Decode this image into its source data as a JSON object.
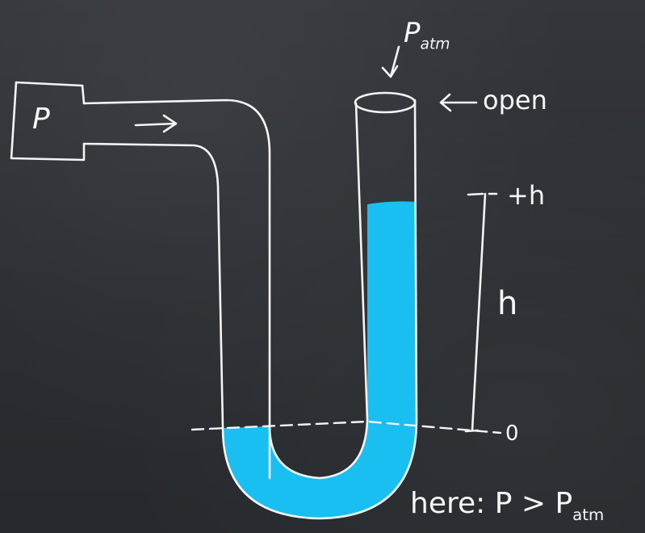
{
  "labels": {
    "pressure": "P",
    "p_atm_main": "P",
    "p_atm_sub": "atm",
    "open": "open",
    "plus_h": "+h",
    "h": "h",
    "zero": "0",
    "here_prefix": "here: P > P",
    "here_sub": "atm"
  },
  "colors": {
    "background": "#2b2e33",
    "chalk": "#f4f4f4",
    "fluid": "#19bff0"
  }
}
